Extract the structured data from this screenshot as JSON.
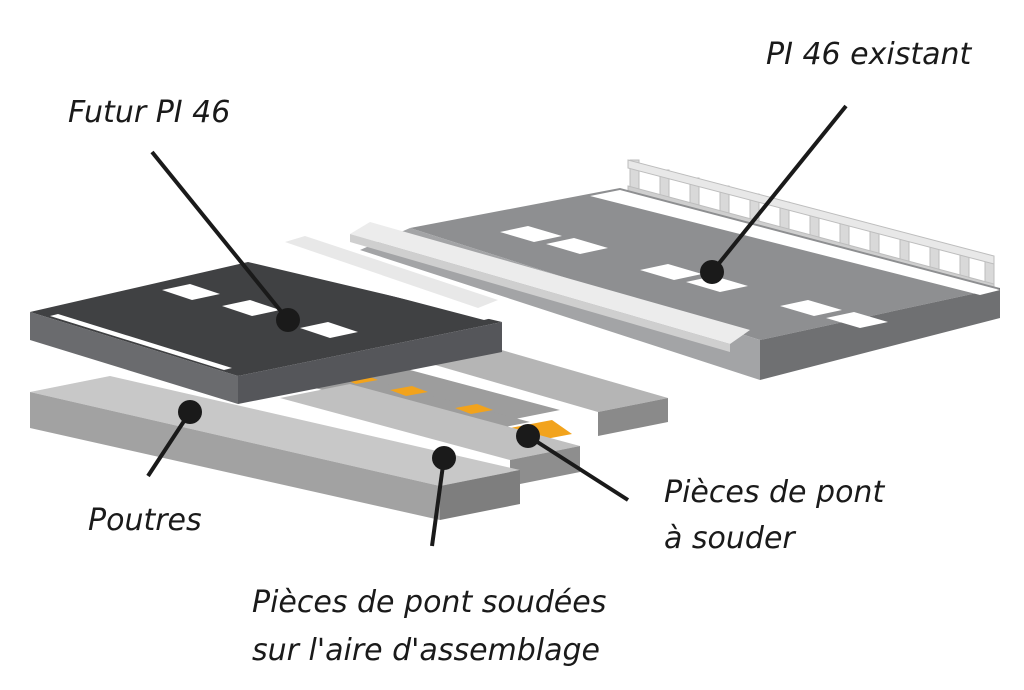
{
  "labels": {
    "futur": "Futur PI 46",
    "existant": "PI 46 existant",
    "poutres": "Poutres",
    "a_souder_line1": "Pièces de pont",
    "a_souder_line2": "à souder",
    "soudees_line1": "Pièces de pont soudées",
    "soudees_line2": "sur l'aire d'assemblage"
  },
  "colors": {
    "dark_deck": "#3f4042",
    "light_deck": "#8c8d8f",
    "steel": "#a9a9a9",
    "weld": "#f2a31c",
    "barrier": "#e6e6e6",
    "leader": "#1a1a1a"
  }
}
